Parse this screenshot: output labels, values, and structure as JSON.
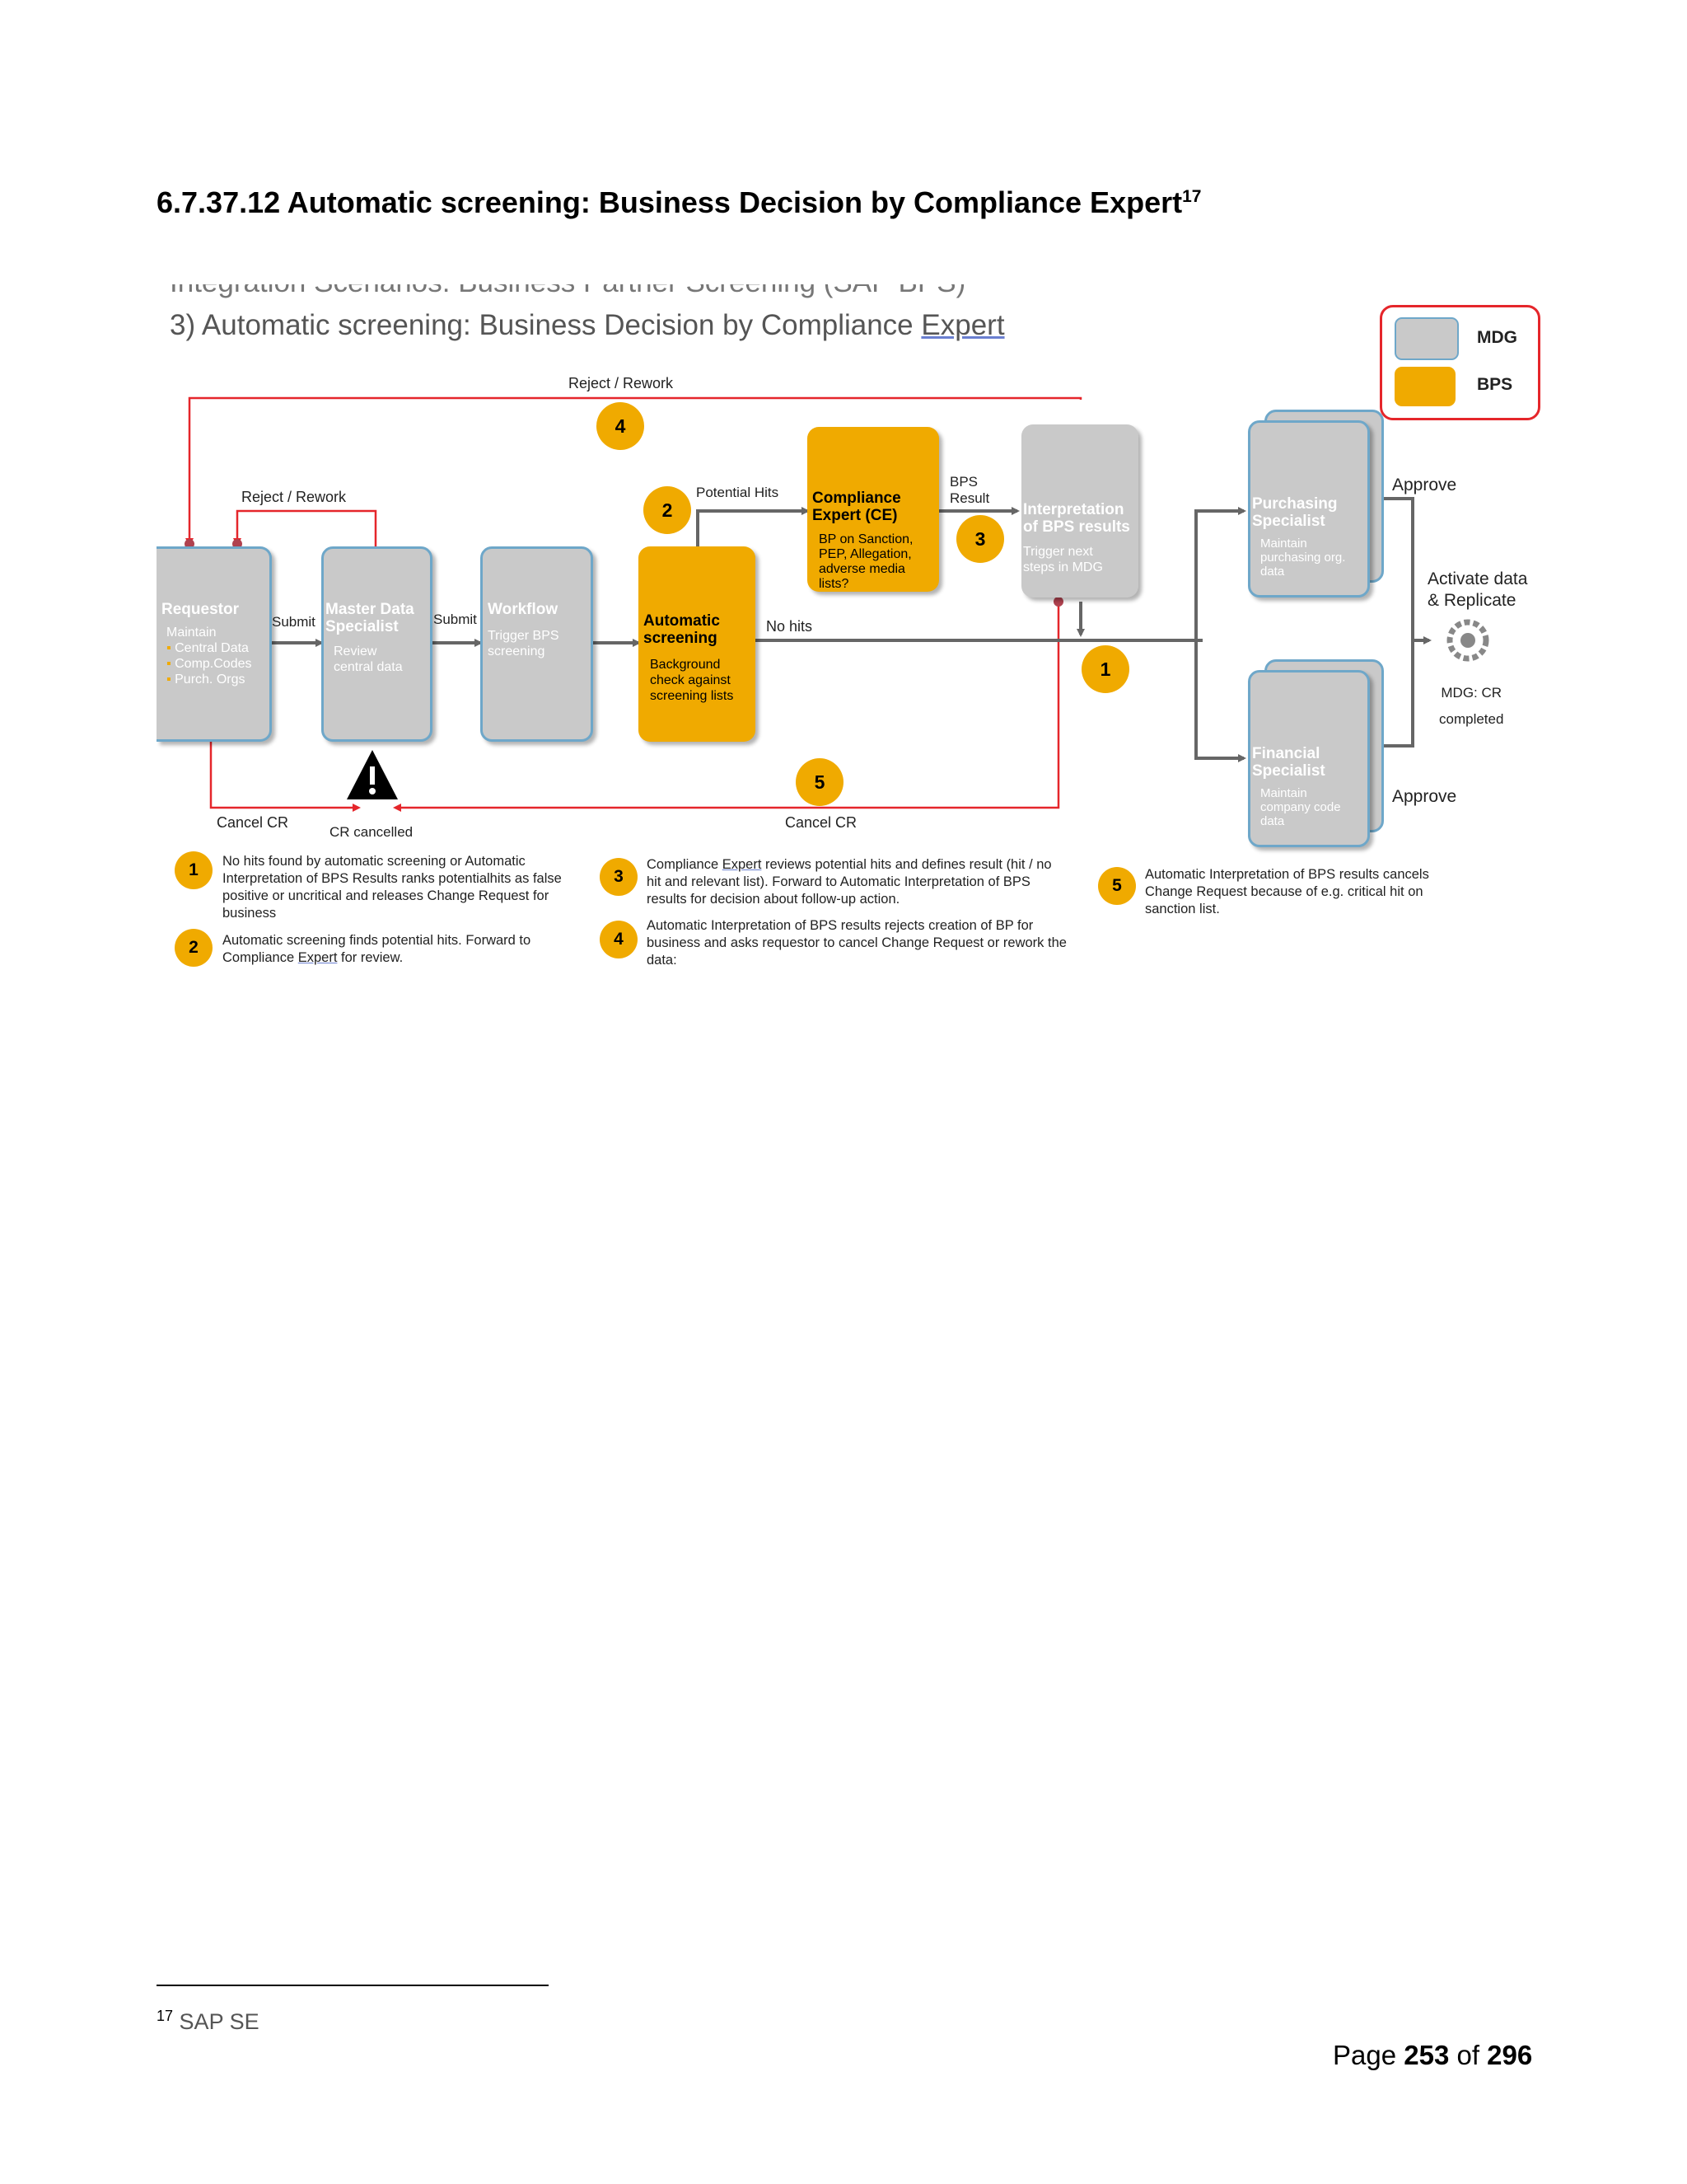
{
  "heading": {
    "text": "6.7.37.12 Automatic screening: Business Decision by Compliance Expert",
    "footnote_ref": "17"
  },
  "figure": {
    "cut_title": "Integration Scenarios: Business Partner Screening (SAP BPS)",
    "title_prefix": "3) Automatic screening: Business Decision by Compliance ",
    "title_expert": "Expert",
    "legend": {
      "mdg": "MDG",
      "bps": "BPS",
      "mdg_color": "#c9c9c9",
      "bps_color": "#f0aa00"
    },
    "labels": {
      "reject_top": "Reject / Rework",
      "reject_left": "Reject / Rework",
      "submit1": "Submit",
      "submit2": "Submit",
      "potential_hits": "Potential Hits",
      "bps_result_1": "BPS",
      "bps_result_2": "Result",
      "no_hits": "No hits",
      "cancel_cr_left": "Cancel CR",
      "cancel_cr_right": "Cancel CR",
      "cr_cancelled": "CR cancelled",
      "approve_top": "Approve",
      "approve_bottom": "Approve",
      "activate_1": "Activate data",
      "activate_2": "& Replicate",
      "mdg_cr": "MDG: CR",
      "completed": "completed"
    },
    "boxes": {
      "requestor": {
        "title": "Requestor",
        "line1": "Maintain",
        "items": [
          "Central Data",
          "Comp.Codes",
          "Purch. Orgs"
        ]
      },
      "master_data": {
        "title1": "Master Data",
        "title2": "Specialist",
        "text1": "Review",
        "text2": "central data"
      },
      "workflow": {
        "title": "Workflow",
        "text1": "Trigger BPS",
        "text2": "screening"
      },
      "auto_screening": {
        "title1": "Automatic",
        "title2": "screening",
        "text1": "Background",
        "text2": "check against",
        "text3": "screening lists"
      },
      "compliance": {
        "title1": "Compliance",
        "title2": "Expert (CE)",
        "text1": "BP on Sanction,",
        "text2": "PEP, Allegation,",
        "text3": "adverse media",
        "text4": "lists?"
      },
      "interpretation": {
        "title1": "Interpretation",
        "title2": "of BPS results",
        "text1": "Trigger next",
        "text2": "steps in MDG"
      },
      "purchasing": {
        "title1": "Purchasing",
        "title2": "Specialist",
        "text1": "Maintain",
        "text2": "purchasing org.",
        "text3": "data"
      },
      "financial": {
        "title1": "Financial",
        "title2": "Specialist",
        "text1": "Maintain",
        "text2": "company code",
        "text3": "data"
      }
    },
    "badges": {
      "b1": "1",
      "b2": "2",
      "b3": "3",
      "b4": "4",
      "b5": "5"
    },
    "notes": [
      {
        "num": "1",
        "text": "No hits found by automatic screening or Automatic Interpretation of BPS Results ranks potentialhits as false positive or uncritical and releases Change Request for business"
      },
      {
        "num": "2",
        "text_a": "Automatic screening finds potential hits. Forward to Compliance ",
        "text_b": "Expert",
        "text_c": " for review."
      },
      {
        "num": "3",
        "text_a": "Compliance ",
        "text_b": "Expert",
        "text_c": " reviews potential hits and defines result (hit / no hit and relevant list). Forward to Automatic Interpretation of BPS results for decision about follow-up action."
      },
      {
        "num": "4",
        "text": "Automatic Interpretation of BPS results rejects creation of BP for business and asks requestor to cancel Change Request or rework the data:"
      },
      {
        "num": "5",
        "text": "Automatic Interpretation of BPS results cancels Change Request because of e.g. critical hit on sanction list."
      }
    ]
  },
  "footnote": {
    "ref": "17",
    "text": "SAP SE"
  },
  "page": {
    "prefix": "Page ",
    "current": "253",
    "middle": " of ",
    "total": "296"
  }
}
